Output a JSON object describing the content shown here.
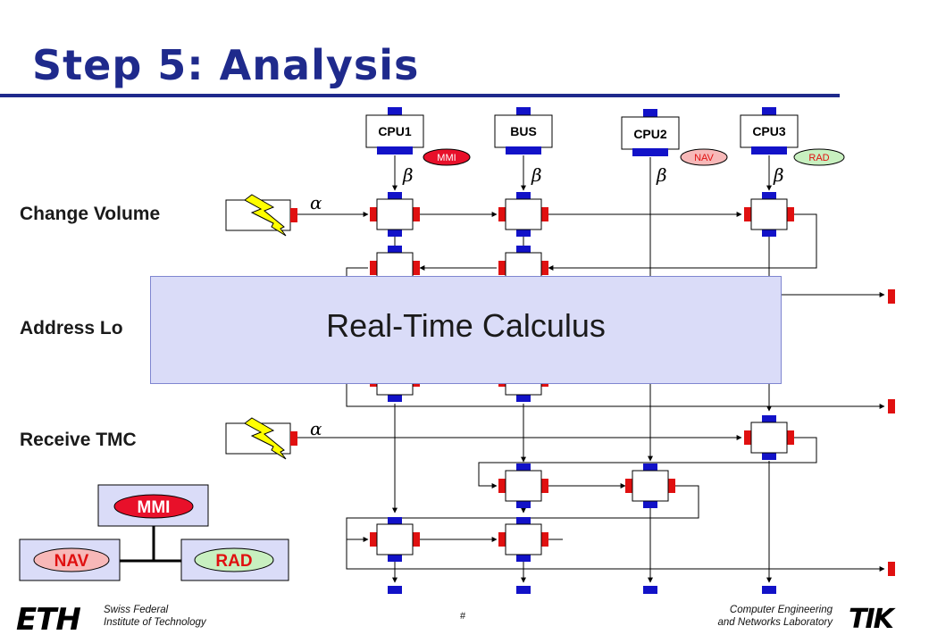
{
  "title": "Step 5: Analysis",
  "resources": [
    {
      "id": "cpu1",
      "label": "CPU1"
    },
    {
      "id": "bus",
      "label": "BUS"
    },
    {
      "id": "cpu2",
      "label": "CPU2"
    },
    {
      "id": "cpu3",
      "label": "CPU3"
    }
  ],
  "tasks": {
    "mmi": "MMI",
    "nav": "NAV",
    "rad": "RAD"
  },
  "symbols": {
    "beta": "β",
    "alpha": "α"
  },
  "rows": [
    "Change Volume",
    "Address Lo",
    "Receive TMC"
  ],
  "overlay": {
    "label": "Real-Time Calculus"
  },
  "legend": {
    "mmi": "MMI",
    "nav": "NAV",
    "rad": "RAD"
  },
  "footer": {
    "left_line1": "Swiss Federal",
    "left_line2": "Institute of Technology",
    "page": "#",
    "right_line1": "Computer Engineering",
    "right_line2": "and Networks Laboratory",
    "logo_left": "ETH",
    "logo_right": "TIK"
  },
  "colors": {
    "title": "#1f2a8c",
    "port_blue": "#1212c8",
    "port_red": "#e01010",
    "mmi": "#e8102a",
    "nav": "#f7b8b8",
    "rad": "#c8f0c0",
    "overlay": "#dadcf8",
    "bolt": "#ffff00"
  }
}
